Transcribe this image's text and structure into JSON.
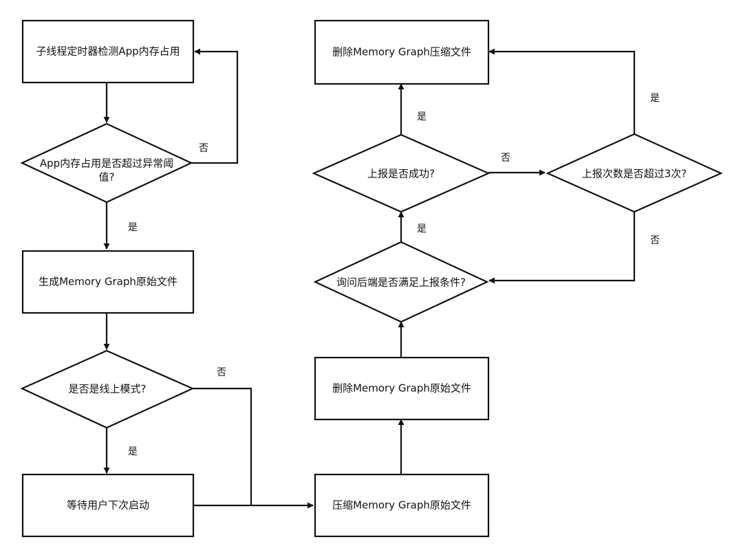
{
  "nodes": {
    "timer_check": "子线程定时器检测App内存占用",
    "threshold_q_line1": "App内存占用是否超过异常阈",
    "threshold_q_line2": "值?",
    "gen_raw": "生成Memory Graph原始文件",
    "online_q": "是否是线上模式?",
    "wait_restart": "等待用户下次启动",
    "compress": "压缩Memory Graph原始文件",
    "delete_raw": "删除Memory Graph原始文件",
    "ask_backend_q": "询问后端是否满足上报条件?",
    "upload_success_q": "上报是否成功?",
    "delete_compressed": "删除Memory Graph压缩文件",
    "retry_q": "上报次数是否超过3次?"
  },
  "labels": {
    "threshold_no": "否",
    "threshold_yes": "是",
    "online_no": "否",
    "online_yes": "是",
    "ask_yes": "是",
    "success_yes": "是",
    "success_no": "否",
    "retry_yes": "是",
    "retry_no": "否"
  }
}
